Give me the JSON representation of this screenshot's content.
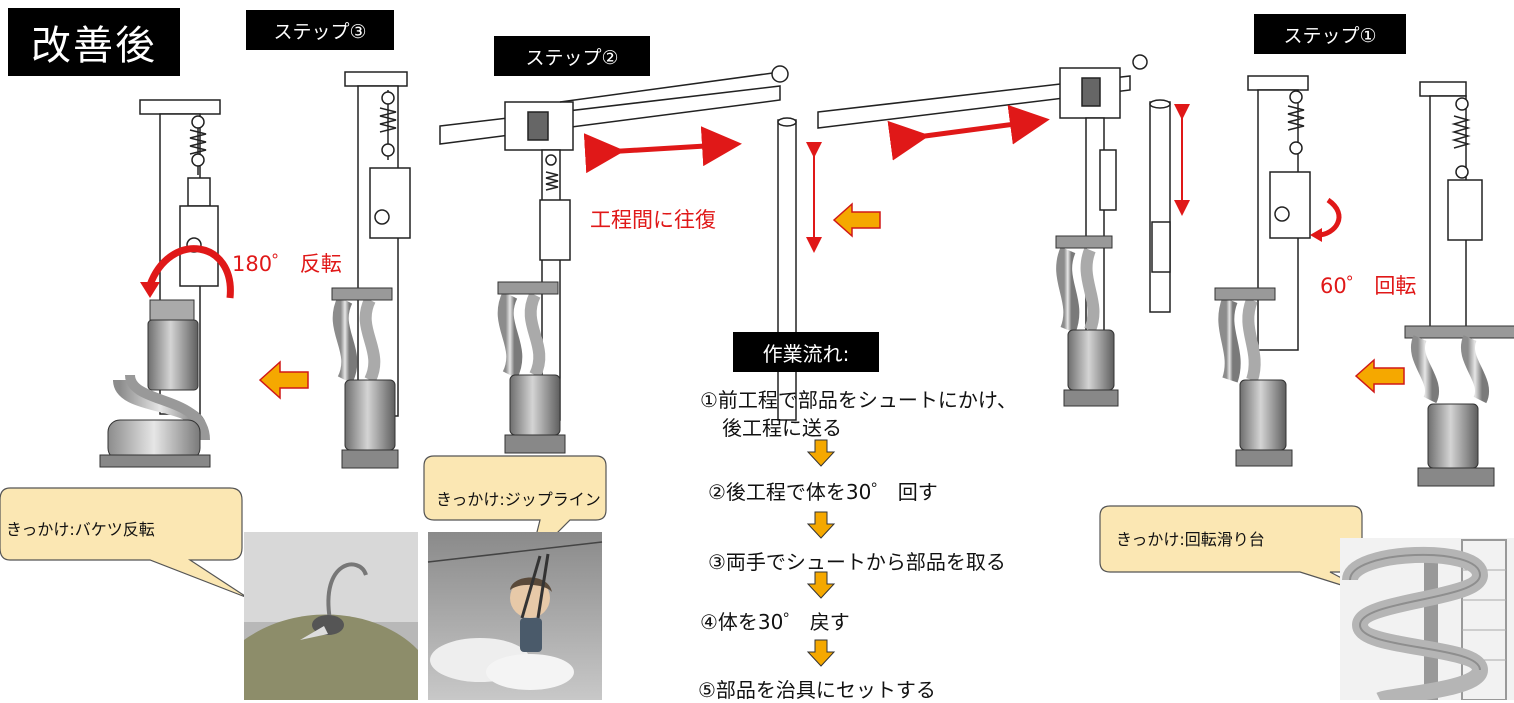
{
  "title": "改善後",
  "steps": {
    "step3": "ステップ③",
    "step2": "ステップ②",
    "step1": "ステップ①"
  },
  "annotations": {
    "rotate180": "180゜ 反転",
    "shuttle": "工程間に往復",
    "rotate60": "60゜ 回転"
  },
  "flow": {
    "header": "作業流れ:",
    "items": [
      "①前工程で部品をシュートにかけ、",
      "後工程に送る",
      "②後工程で体を30゜ 回す",
      "③両手でシュートから部品を取る",
      "④体を30゜ 戻す",
      "⑤部品を治具にセットする"
    ]
  },
  "callouts": {
    "bucket": "きっかけ:バケツ反転",
    "zipline": "きっかけ:ジップライン",
    "slide": "きっかけ:回転滑り台"
  },
  "colors": {
    "accent_red": "#e01818",
    "arrow_orange": "#f5a800",
    "callout_fill": "#fbe7b3",
    "callout_border": "#555555"
  }
}
